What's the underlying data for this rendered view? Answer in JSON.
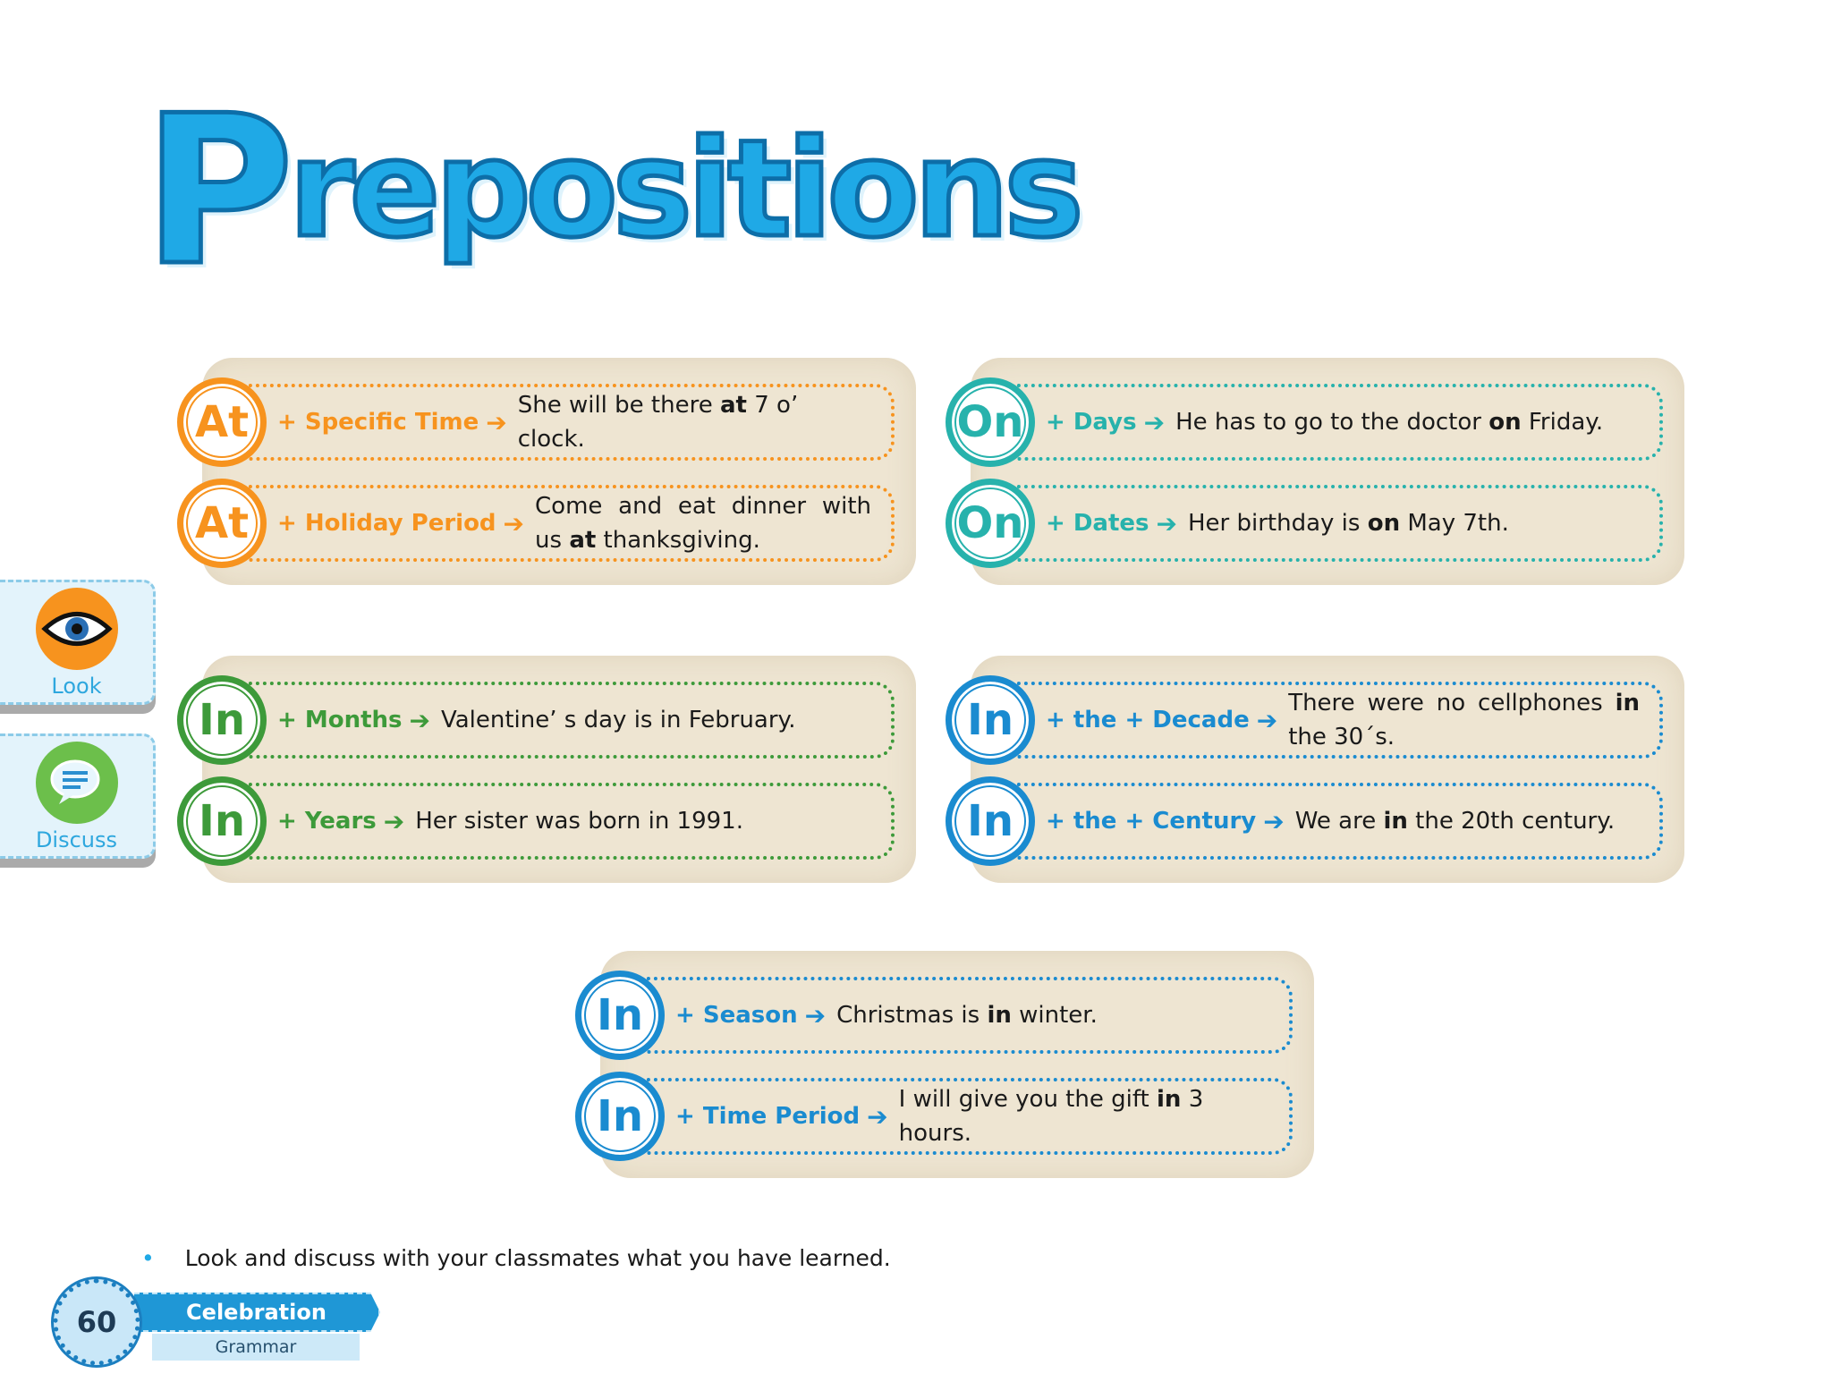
{
  "title": {
    "first": "P",
    "rest": "repositions"
  },
  "cards": [
    {
      "rows": [
        {
          "prep": "At",
          "label": "+ Specific Time",
          "pre": "She will be there ",
          "bold": "at",
          "post": " 7 o’ clock."
        },
        {
          "prep": "At",
          "label": "+ Holiday Period",
          "pre": "Come and eat dinner with us ",
          "bold": "at",
          "post": " thanksgiving."
        }
      ]
    },
    {
      "rows": [
        {
          "prep": "On",
          "label": "+ Days",
          "pre": "He has to go to the doctor ",
          "bold": "on",
          "post": " Friday."
        },
        {
          "prep": "On",
          "label": "+ Dates",
          "pre": "Her birthday is ",
          "bold": "on",
          "post": " May 7th."
        }
      ]
    },
    {
      "rows": [
        {
          "prep": "In",
          "label": "+ Months",
          "pre": "Valentine’ s day is in February.",
          "bold": "",
          "post": ""
        },
        {
          "prep": "In",
          "label": "+ Years",
          "pre": "Her sister was born in 1991.",
          "bold": "",
          "post": ""
        }
      ]
    },
    {
      "rows": [
        {
          "prep": "In",
          "label": "+ the + Decade",
          "pre": "There were no cellphones ",
          "bold": "in",
          "post": " the 30´s."
        },
        {
          "prep": "In",
          "label": "+ the + Century",
          "pre": "We are ",
          "bold": "in",
          "post": " the 20th century."
        }
      ]
    },
    {
      "rows": [
        {
          "prep": "In",
          "label": "+ Season",
          "pre": "Christmas is ",
          "bold": "in",
          "post": " winter."
        },
        {
          "prep": "In",
          "label": "+ Time Period",
          "pre": "I will give you the gift ",
          "bold": "in",
          "post": " 3 hours."
        }
      ]
    }
  ],
  "sidebar": {
    "look": "Look",
    "discuss": "Discuss"
  },
  "instruction": "Look and discuss with your classmates what you have learned.",
  "footer": {
    "page": "60",
    "unit": "Celebration",
    "section": "Grammar"
  },
  "colors": {
    "at": "#f7931e",
    "on": "#27b2ac",
    "in_green": "#3d9a3a",
    "in_blue": "#1a8bd0"
  }
}
